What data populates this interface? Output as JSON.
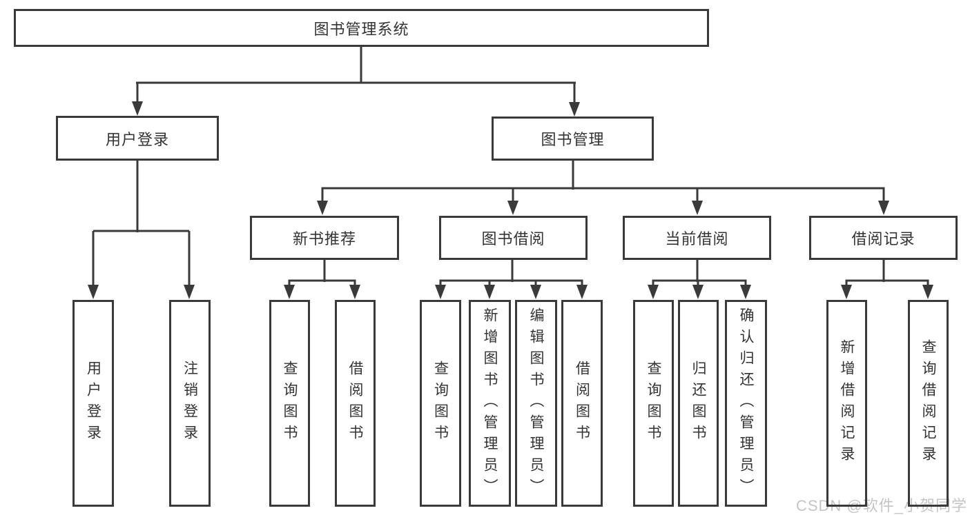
{
  "colors": {
    "line": "#3a3a3a",
    "box_border": "#3a3a3a",
    "text": "#333333",
    "background": "#ffffff",
    "watermark_text_color": "#c5c5c5"
  },
  "watermark": {
    "text": "CSDN @软件_小贺同学"
  },
  "diagram": {
    "type": "hierarchy-tree",
    "root": {
      "label": "图书管理系统"
    },
    "branches": [
      {
        "label": "用户登录"
      },
      {
        "label": "图书管理"
      }
    ],
    "modules": [
      {
        "label": "新书推荐"
      },
      {
        "label": "图书借阅"
      },
      {
        "label": "当前借阅"
      },
      {
        "label": "借阅记录"
      }
    ],
    "functions": [
      {
        "parent": "用户登录",
        "label": "用户登录"
      },
      {
        "parent": "用户登录",
        "label": "注销登录"
      },
      {
        "parent": "新书推荐",
        "label": "查询图书"
      },
      {
        "parent": "新书推荐",
        "label": "借阅图书"
      },
      {
        "parent": "图书借阅",
        "label": "查询图书"
      },
      {
        "parent": "图书借阅",
        "label": "新增图书（管理员）"
      },
      {
        "parent": "图书借阅",
        "label": "编辑图书（管理员）"
      },
      {
        "parent": "图书借阅",
        "label": "借阅图书"
      },
      {
        "parent": "当前借阅",
        "label": "查询图书"
      },
      {
        "parent": "当前借阅",
        "label": "归还图书"
      },
      {
        "parent": "当前借阅",
        "label": "确认归还（管理员）"
      },
      {
        "parent": "借阅记录",
        "label": "新增借阅记录"
      },
      {
        "parent": "借阅记录",
        "label": "查询借阅记录"
      }
    ]
  }
}
